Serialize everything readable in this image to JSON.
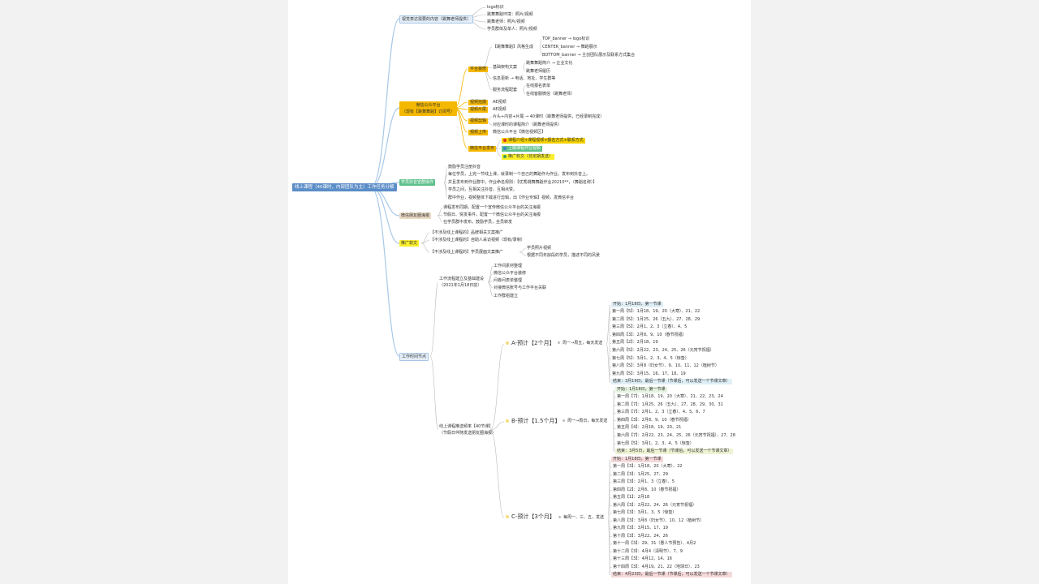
{
  "root": "线上课程（40课时，内部团队为主）工作任务分解",
  "visual": {
    "title": "视觉表达需要的内容（跳舞老师提供）",
    "items": [
      "logo标识",
      "跳舞舞蹈环境：照片/视频",
      "跳舞老师：照片/视频",
      "学员群体及单人：照片/视频"
    ]
  },
  "wechat": {
    "title_line1": "微信公众平台",
    "title_line2": "（现有【跳舞舞蹈】订阅号）",
    "platform": {
      "label": "平台装修",
      "style_label": "【跳舞舞蹈】风格生成",
      "banners": [
        "TOP_banner → logo标识",
        "CENTER_banner → 舞蹈展示",
        "BOTTOM_banner → 主创团队展示及联系方式集合"
      ],
      "basic_label": "基础架构文案",
      "basic_items": [
        "跳舞舞蹈简介 → 企业文化",
        "跳舞老师履历"
      ],
      "info": "信息更新 → 电话、地址、学生群等",
      "service_label": "服务流程配套",
      "service_items": [
        "在线报名表单",
        "在线客服微信（跳舞老师）"
      ]
    },
    "video_shoot": "视频拍摄",
    "video_shoot_item": "AE视频",
    "video_make": "视频片尾",
    "video_make_item": "AE视频",
    "video_edit": "视频剪辑",
    "video_edit_items": [
      "片头+内容+片尾 → 40课时（跳舞老师提供，已经录制完成）",
      "对应课时的课程简介（跳舞老师提供）"
    ],
    "video_upload": "视频上传",
    "video_upload_item": "微信公众平台【微信视频区】",
    "publish": "微信平台发布",
    "publish_items": [
      "课程介绍+课程视频+报名方式+联系方式",
      "上期课程作业视频",
      "推广软文（非定期发送）"
    ]
  },
  "student": {
    "title": "学员抖音宣群操作",
    "items": [
      "鼓励学员注册抖音",
      "每位学员，上完一节线上课，就录制一个自己的舞蹈作为作业，发布到抖音上。",
      "并且发布到作业群中，作业命名规则：【优秀跳舞舞蹈作业20210**，（舞蹈名称）】",
      "学员之间，互相关注抖音，互相点赞。",
      "群中作业，视频整体下载进行剪辑，出【作业专辑】视频，发微信平台"
    ]
  },
  "friends": {
    "title": "微信朋友圈海报",
    "items": [
      "课程发布同期，配置一个宣传微信公众平台的关注海报",
      "节假日、突发事件，配置一个微信公众平台的关注海报",
      "在学员群中发布，鼓励学员，全员转发"
    ]
  },
  "promo": {
    "title": "推广软文",
    "items": [
      "【不涉及线上课程的】品牌相关文案推广",
      "【不涉及线上课程的】自助人采访视频（现有/录制）",
      "【不涉及线上课程的】学员展面文案推广"
    ],
    "sub_items": [
      "学员照片视频",
      "根据不同年龄段的学员，描述不同的风景"
    ]
  },
  "schedule": {
    "title": "工作时间节点",
    "setup_line1": "工作流程建立及基础建设",
    "setup_line2": "（2021年1月18日前）",
    "setup_items": [
      "工作间素材整理",
      "微信公众平台装修",
      "问卷问表单整理",
      "对接微信账号与工作平台关联",
      "工作群组建立"
    ],
    "course_line1": "线上课程推送频率【40节课】",
    "course_line2": "（节假日伴随发送朋友圈海报）",
    "plans": [
      {
        "label": "A-预计【2个月】",
        "freq": "周一→周五，每天发送",
        "start": "开始：1月18日，第一节课",
        "weeks": [
          "第一周【5】：1月18、19、20（大寒）、21、22",
          "第二周【5】：1月25、26（五九）、27、28、29",
          "第三周【5】：2月1、2、3（立春）、4、5",
          "第四周【3】：2月8、9、10（春节祝福）",
          "第五周【2】：2月18、19",
          "第六周【5】：2月22、23、24、25、26（元宵节祝福）",
          "第七周【5】：3月1、2、3、4、5（惊蛰）",
          "第八周【5】：3月8（妇女节）、9、10、11、12（植树节）",
          "第九周【5】：3月15、16、17、18、19"
        ],
        "end": "结束：3月19日，最后一节课（节课后，可以发送一个节课文章）"
      },
      {
        "label": "B-预计【1.5个月】",
        "freq": "周一→周日，每天发送",
        "start": "开始：1月18日，第一节课",
        "weeks": [
          "第一周【7】：1月18、19、20（大寒）、21、22、23、24",
          "第二周【7】：1月25、26（五九）、27、28、29、30、31",
          "第三周【7】：2月1、2、3（立春）、4、5、6、7",
          "第四周【3】：2月8、9、10（春节祝福）",
          "第五周【4】：2月18、19、20、21",
          "第六周【7】：2月22、23、24、25、26（元宵节祝福）、27、28",
          "第七周【5】：3月1、2、3、4、5（惊蛰）"
        ],
        "end": "结束：3月5日，最后一节课（节课后，可以发送一个节课文章）"
      },
      {
        "label": "C-预计【3个月】",
        "freq": "每周一、三、五，发送",
        "start": "开始：1月18日，第一节课",
        "weeks": [
          "第一周【3】：1月18、20（大寒）、22",
          "第二周【3】：1月25、27、29",
          "第三周【3】：2月1、3（立春）、5",
          "第四周【2】：2月8、10（春节祝福）",
          "第五周【1】：2月18",
          "第六周【3】：2月22、24、26（元宵节祝福）",
          "第七周【3】：3月1、3、5（惊蛰）",
          "第八周【3】：3月8（妇女节）、10、12（植树节）",
          "第九周【3】：3月15、17、19",
          "第十周【3】：3月22、24、26",
          "第十一周【3】：29、31（愚人节预告）、4月2",
          "第十二周【3】：4月4（清明节）、7、9",
          "第十三周【3】：4月12、14、16",
          "第十四周【3】：4月19、21、22（地球日）、23"
        ],
        "end": "结束：4月23日，最后一节课（节课后，可以发送一个节课文章）"
      }
    ]
  }
}
